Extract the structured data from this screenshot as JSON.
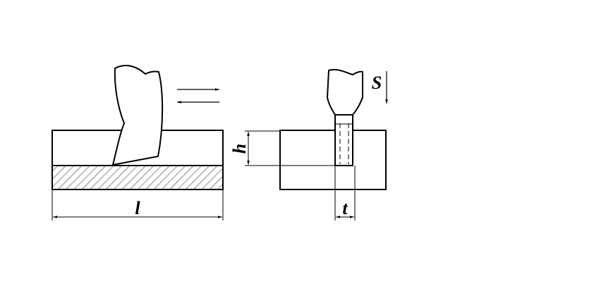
{
  "labels": {
    "length": "l",
    "height": "h",
    "width": "t",
    "feed": "S"
  },
  "colors": {
    "line": "#000000",
    "background": "#ffffff"
  }
}
